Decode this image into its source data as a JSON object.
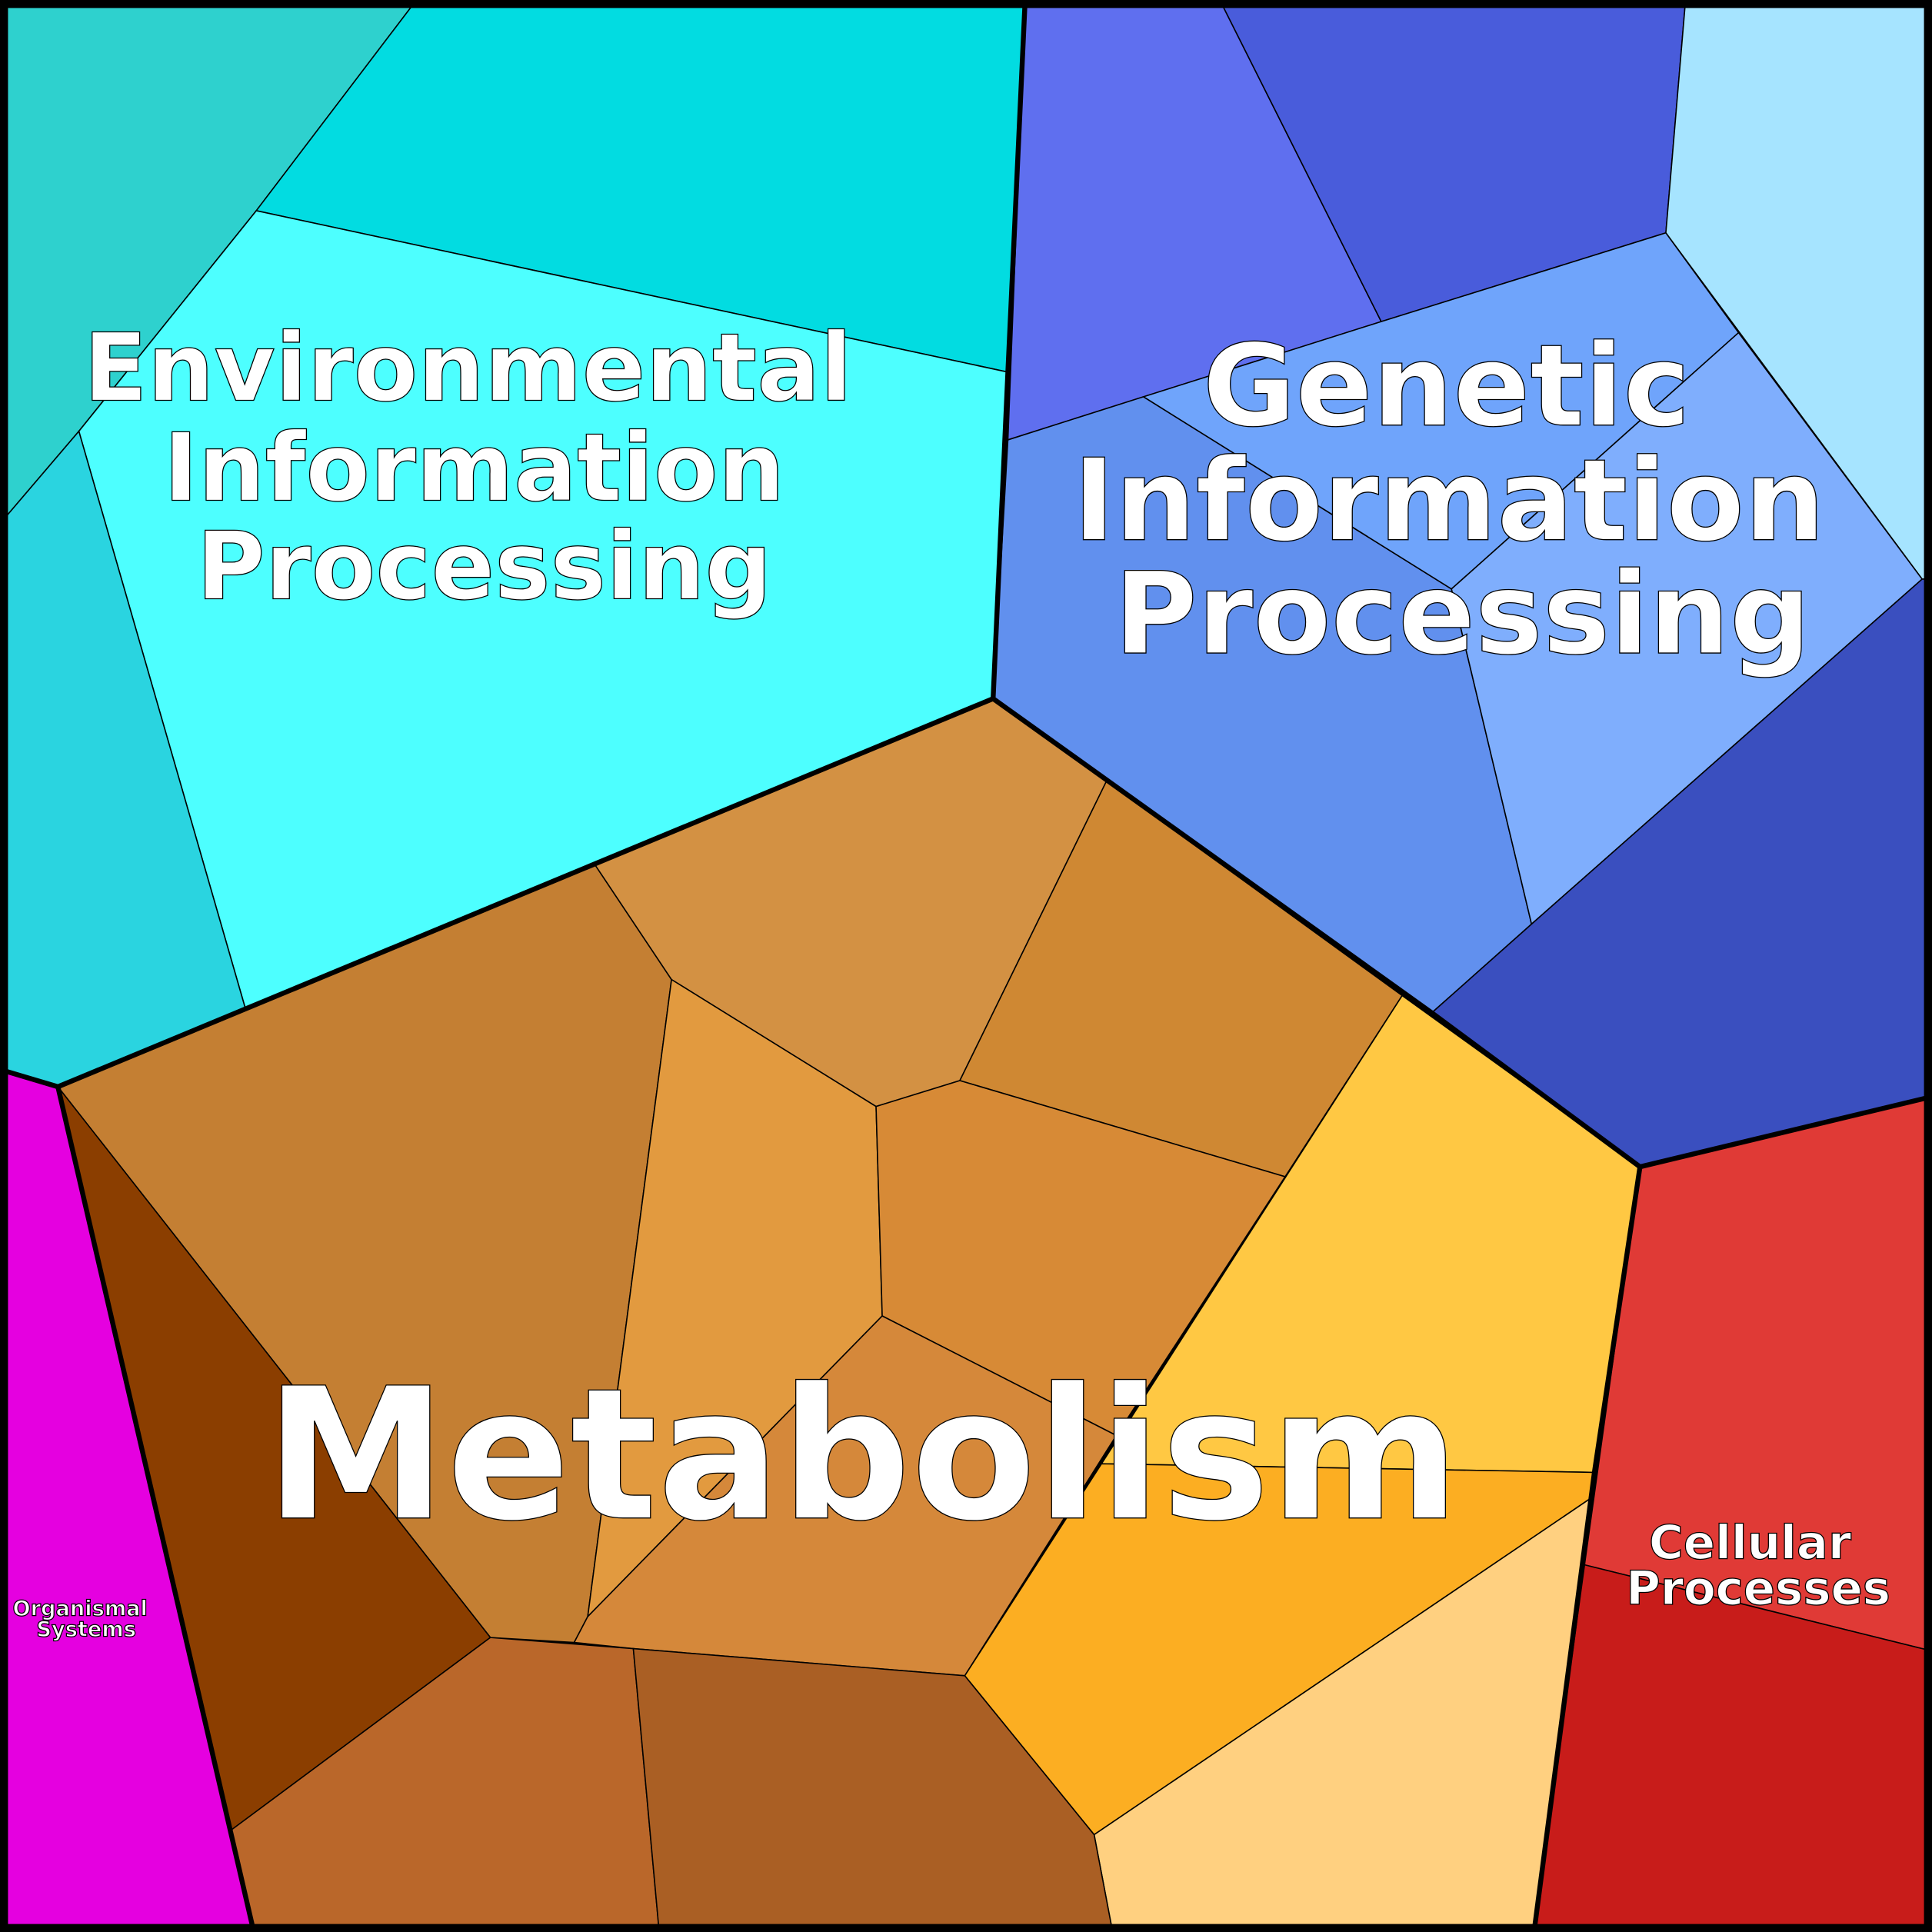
{
  "title": "Voronoi treemap of functional categories",
  "categories": [
    {
      "name": "Environmental Information Processing",
      "label_lines": [
        "Environmental",
        "Information",
        "Processing"
      ],
      "color": "#4DFFFF"
    },
    {
      "name": "Genetic Information Processing",
      "label_lines": [
        "Genetic",
        "Information",
        "Processing"
      ],
      "color": "#6FA4FB"
    },
    {
      "name": "Metabolism",
      "label_lines": [
        "Metabolism"
      ],
      "color": "#D39143"
    },
    {
      "name": "Cellular Processes",
      "label_lines": [
        "Cellular",
        "Processes"
      ],
      "color": "#E03A36"
    },
    {
      "name": "Organismal Systems",
      "label_lines": [
        "Organismal",
        "Systems"
      ],
      "color": "#E500E0"
    }
  ]
}
